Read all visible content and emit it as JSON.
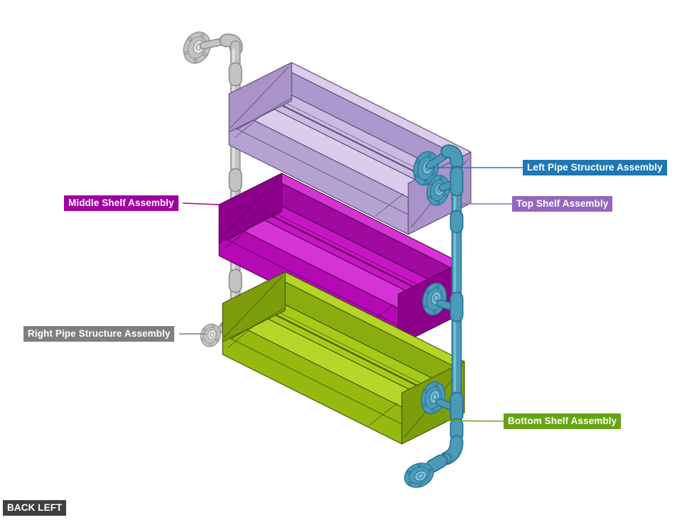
{
  "view_badge": {
    "label": "BACK LEFT",
    "color": "#3f3f3f"
  },
  "callouts": [
    {
      "id": "left-pipe",
      "label": "Left Pipe Structure Assembly",
      "color": "#1f77b4",
      "points_to": "left pipe upper flange"
    },
    {
      "id": "top-shelf",
      "label": "Top Shelf Assembly",
      "color": "#9467bd",
      "points_to": "top shelf right end"
    },
    {
      "id": "middle-shelf",
      "label": "Middle Shelf Assembly",
      "color": "#a0009f",
      "points_to": "middle shelf left corner"
    },
    {
      "id": "right-pipe",
      "label": "Right Pipe Structure Assembly",
      "color": "#7f7f7f",
      "points_to": "right pipe floor flange"
    },
    {
      "id": "bottom-shelf",
      "label": "Bottom Shelf Assembly",
      "color": "#65a414",
      "points_to": "bottom shelf right end"
    }
  ],
  "colors": {
    "css_vars": {
      "lbl-blue": "#1f77b4",
      "lbl-purple": "#9467bd",
      "lbl-magenta": "#a0009f",
      "lbl-gray": "#7f7f7f",
      "lbl-green": "#66a414",
      "lbl-dark": "#3f3f3f",
      "lbl-text": "#ffffff",
      "lav-top": "#d9cdeb",
      "lav-front": "#b6a2d2",
      "lav-end": "#a993c8",
      "lav-floor": "#cbbbe3",
      "lav-inner": "#ab98cf",
      "lav-line": "#5a4a73",
      "mag-top": "#d633d5",
      "mag-front": "#b509b4",
      "mag-end": "#8d008c",
      "mag-floor": "#c715c6",
      "mag-inner": "#a00a9f",
      "mag-line": "#55004f",
      "grn-top": "#b5d626",
      "grn-front": "#95b90f",
      "grn-end": "#7d9d0b",
      "grn-floor": "#a6ca18",
      "grn-inner": "#8aad0d",
      "grn-line": "#45540a",
      "blue-edge": "#2a7191",
      "blue-body": "#4a9ab8",
      "blue-core": "#79bdd5",
      "gray-edge": "#8f8f8f",
      "gray-body": "#c3c3c3",
      "gray-core": "#e2e2e2"
    }
  }
}
